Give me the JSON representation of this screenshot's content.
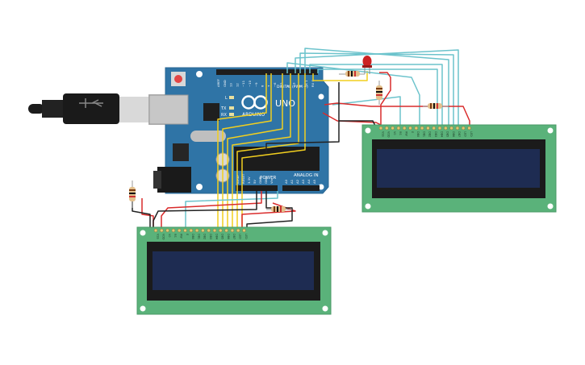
{
  "arduino": {
    "brand": "ARDUINO",
    "model": "UNO",
    "digital_label": "DIGITAL (PWM ~)",
    "power_label": "POWER",
    "analog_label": "ANALOG IN",
    "led_labels": [
      "L",
      "TX",
      "RX"
    ],
    "header_top_labels": [
      "AREF",
      "GND",
      "13",
      "12",
      "~11",
      "~10",
      "~9",
      "8",
      "7",
      "~6",
      "~5",
      "4",
      "~3",
      "2",
      "TX 1",
      "RX 0"
    ],
    "power_pins": [
      "IOREF",
      "RESET",
      "3.3V",
      "5V",
      "GND",
      "GND",
      "Vin"
    ],
    "analog_pins": [
      "A0",
      "A1",
      "A2",
      "A3",
      "A4",
      "A5"
    ]
  },
  "lcd_pins": [
    "VSS",
    "VDD",
    "V0",
    "RS",
    "RW",
    "E",
    "DB0",
    "DB1",
    "DB2",
    "DB3",
    "DB4",
    "DB5",
    "DB6",
    "DB7",
    "LED",
    "LED"
  ],
  "colors": {
    "board": "#2f74a6",
    "lcd_pcb": "#5ab27a",
    "lcd_screen": "#1e2c52",
    "wire_yellow": "#f2cf1f",
    "wire_cyan": "#6cc3cc",
    "wire_red": "#d92b2b",
    "wire_black": "#222222",
    "led_red": "#cc2222"
  },
  "icons": {
    "usb": "usb-cable-icon",
    "power_jack": "dc-power-jack-icon",
    "logo": "arduino-infinity-logo-icon"
  }
}
